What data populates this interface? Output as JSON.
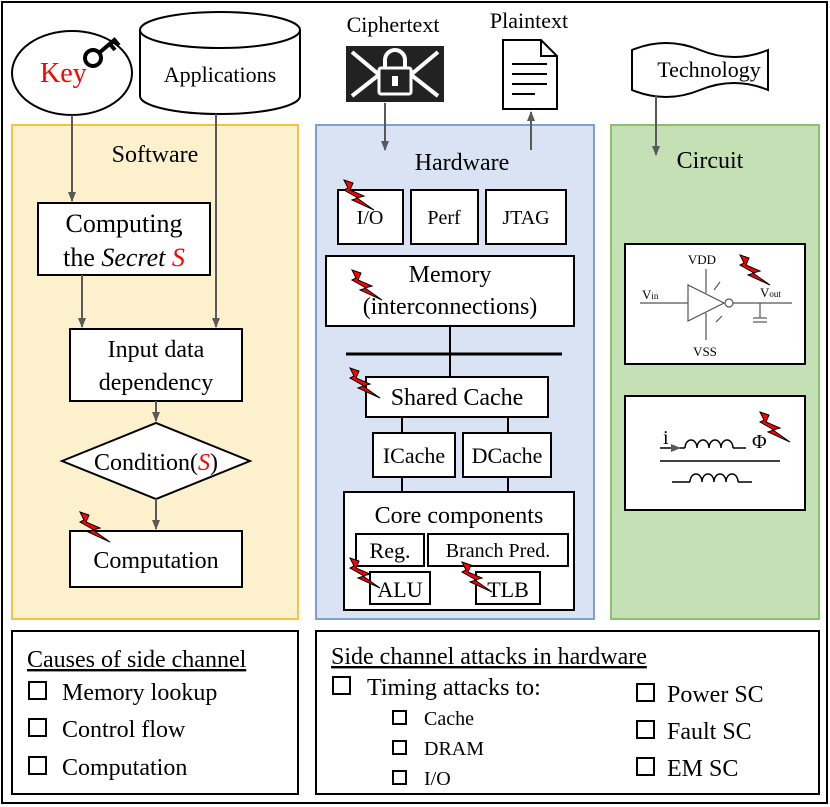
{
  "inputs": {
    "key": "Key",
    "applications": "Applications",
    "ciphertext": "Ciphertext",
    "plaintext": "Plaintext",
    "technology": "Technology"
  },
  "software": {
    "title": "Software",
    "computing_line1": "Computing",
    "computing_line2_prefix": "the ",
    "computing_line2_italic": "Secret",
    "computing_line2_symbol": "S",
    "input_line1": "Input data",
    "input_line2": "dependency",
    "condition_prefix": "Condition(",
    "condition_symbol": "S",
    "condition_suffix": ")",
    "computation": "Computation"
  },
  "hardware": {
    "title": "Hardware",
    "io": "I/O",
    "perf": "Perf",
    "jtag": "JTAG",
    "memory_line1": "Memory",
    "memory_line2": "(interconnections)",
    "shared_cache": "Shared Cache",
    "icache": "ICache",
    "dcache": "DCache",
    "core_components": "Core components",
    "reg": "Reg.",
    "branch_pred": "Branch Pred.",
    "alu": "ALU",
    "tlb": "TLB"
  },
  "circuit": {
    "title": "Circuit",
    "vdd": "VDD",
    "vin": "V",
    "vin_sub": "in",
    "vout": "V",
    "vout_sub": "out",
    "vss": "VSS",
    "current": "i",
    "flux": "Φ"
  },
  "causes": {
    "title": "Causes of side channel",
    "items": [
      "Memory lookup",
      "Control flow",
      "Computation"
    ]
  },
  "attacks": {
    "title": "Side channel attacks in hardware",
    "timing": "Timing attacks to:",
    "timing_items": [
      "Cache",
      "DRAM",
      "I/O"
    ],
    "right_items": [
      "Power SC",
      "Fault SC",
      "EM SC"
    ]
  },
  "colors": {
    "software_fill": "#fdf0cc",
    "software_border": "#f5c242",
    "hardware_fill": "#dae3f3",
    "hardware_border": "#7f9fd4",
    "circuit_fill": "#c5e0b4",
    "circuit_border": "#8ebf6f",
    "secret_red": "#ff0000",
    "lightning_red": "#ff0000"
  }
}
